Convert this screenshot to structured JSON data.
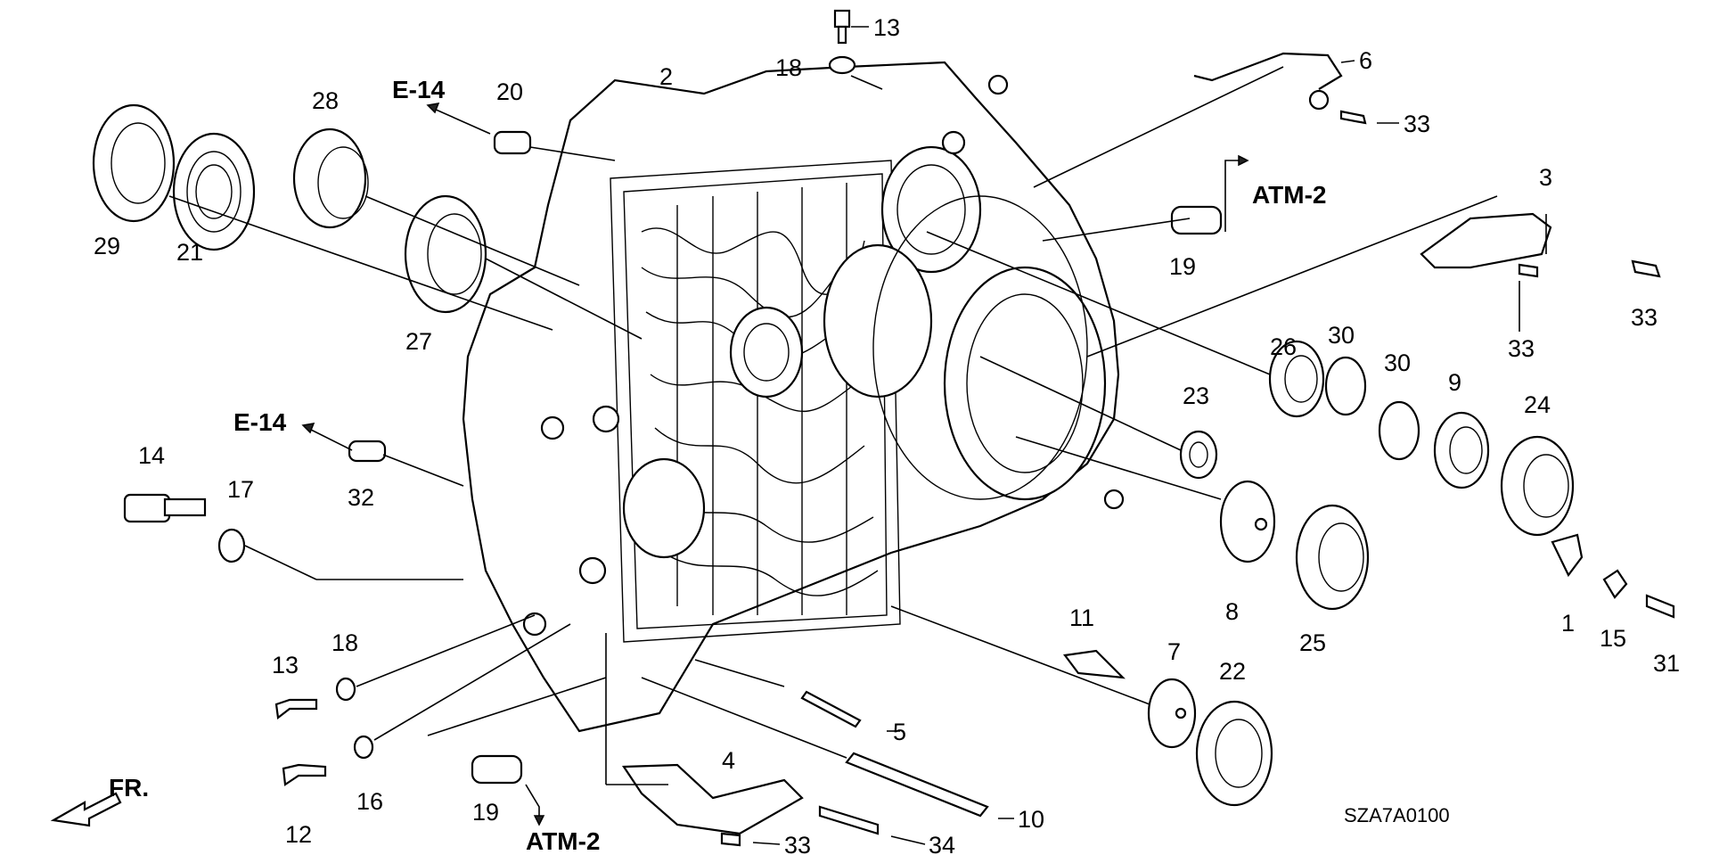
{
  "diagram": {
    "code": "SZA7A0100",
    "front_arrow_label": "FR.",
    "references": [
      {
        "id": "e14_top",
        "text": "E-14"
      },
      {
        "id": "e14_mid",
        "text": "E-14"
      },
      {
        "id": "atm2_top",
        "text": "ATM-2"
      },
      {
        "id": "atm2_bottom",
        "text": "ATM-2"
      }
    ],
    "callouts": [
      {
        "id": "c1",
        "text": "1"
      },
      {
        "id": "c2",
        "text": "2"
      },
      {
        "id": "c3",
        "text": "3"
      },
      {
        "id": "c4",
        "text": "4"
      },
      {
        "id": "c5",
        "text": "5"
      },
      {
        "id": "c6",
        "text": "6"
      },
      {
        "id": "c7",
        "text": "7"
      },
      {
        "id": "c8",
        "text": "8"
      },
      {
        "id": "c9",
        "text": "9"
      },
      {
        "id": "c10",
        "text": "10"
      },
      {
        "id": "c11",
        "text": "11"
      },
      {
        "id": "c12",
        "text": "12"
      },
      {
        "id": "c13a",
        "text": "13"
      },
      {
        "id": "c13b",
        "text": "13"
      },
      {
        "id": "c14",
        "text": "14"
      },
      {
        "id": "c15",
        "text": "15"
      },
      {
        "id": "c16",
        "text": "16"
      },
      {
        "id": "c17",
        "text": "17"
      },
      {
        "id": "c18a",
        "text": "18"
      },
      {
        "id": "c18b",
        "text": "18"
      },
      {
        "id": "c19a",
        "text": "19"
      },
      {
        "id": "c19b",
        "text": "19"
      },
      {
        "id": "c20",
        "text": "20"
      },
      {
        "id": "c21",
        "text": "21"
      },
      {
        "id": "c22",
        "text": "22"
      },
      {
        "id": "c23",
        "text": "23"
      },
      {
        "id": "c24",
        "text": "24"
      },
      {
        "id": "c25",
        "text": "25"
      },
      {
        "id": "c26",
        "text": "26"
      },
      {
        "id": "c27",
        "text": "27"
      },
      {
        "id": "c28",
        "text": "28"
      },
      {
        "id": "c29",
        "text": "29"
      },
      {
        "id": "c30a",
        "text": "30"
      },
      {
        "id": "c30b",
        "text": "30"
      },
      {
        "id": "c31",
        "text": "31"
      },
      {
        "id": "c32",
        "text": "32"
      },
      {
        "id": "c33a",
        "text": "33"
      },
      {
        "id": "c33b",
        "text": "33"
      },
      {
        "id": "c33c",
        "text": "33"
      },
      {
        "id": "c33d",
        "text": "33"
      },
      {
        "id": "c34",
        "text": "34"
      }
    ]
  }
}
